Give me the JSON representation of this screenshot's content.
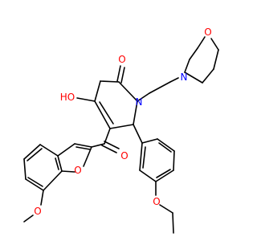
{
  "colors": {
    "bond": "#000000",
    "oxygen": "#ff0000",
    "nitrogen": "#0000ff",
    "background": "#ffffff"
  },
  "atoms": {
    "o_carbonyl_ring": "O",
    "o_hydroxy": "HO",
    "n_pyrrolone": "N",
    "n_morpholine": "N",
    "o_morpholine": "O",
    "o_ketone": "O",
    "o_furan": "O",
    "o_methoxy": "O",
    "o_ethoxy": "O"
  }
}
